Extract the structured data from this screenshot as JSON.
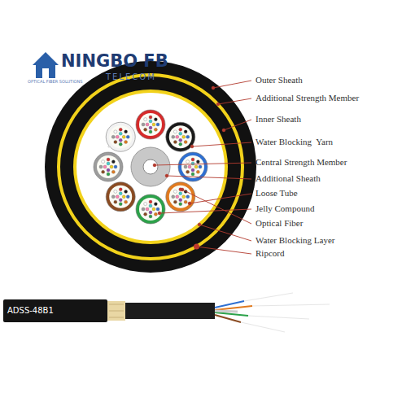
{
  "diagram": {
    "labels": [
      "NINGBO FB",
      "TELECOM",
      "OPTICAL FIBER SOLUTIONS",
      "Outer Sheath",
      "Additional Strength Member",
      "Inner Sheath",
      "Water Blocking  Yarn",
      "Central Strength Member",
      "Additional Sheath",
      "Loose Tube",
      "Jelly Compound",
      "Optical Fiber",
      "Water Blocking Layer",
      "Ripcord",
      "ADSS-48B1"
    ]
  }
}
